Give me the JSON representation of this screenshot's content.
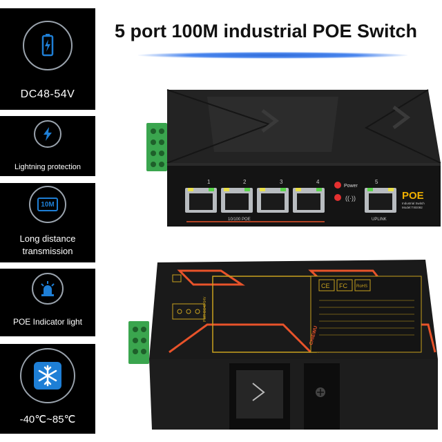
{
  "title": "5 port 100M industrial POE Switch",
  "colors": {
    "accent_blue": "#2f6bd8",
    "icon_blue": "#1e7fd6",
    "chassis": "#1a1a1a",
    "stripe": "#e8532a"
  },
  "features": [
    {
      "icon": "battery-icon",
      "label": "DC48-54V"
    },
    {
      "icon": "lightning-icon",
      "label": "Lightning protection"
    },
    {
      "icon": "distance-10m-icon",
      "badge": "10M",
      "label_line1": "Long distance",
      "label_line2": "transmission"
    },
    {
      "icon": "siren-indicator-icon",
      "label": "POE Indicator light"
    },
    {
      "icon": "snowflake-icon",
      "label": "-40℃~85℃"
    }
  ],
  "switch": {
    "port_numbers": [
      "1",
      "2",
      "3",
      "4",
      "5"
    ],
    "power_label": "Power",
    "brand_label": "POE",
    "brand_sub1": "Industrial Switch",
    "brand_sub2": "Model:TXE092",
    "poe_strip_label": "10/100 POE",
    "uplink_label": "UPLINK",
    "terminal_label": "PWR DC48-54V",
    "back_brand": "CHIEWU",
    "certs": [
      "CE",
      "FC",
      "RoHS"
    ]
  }
}
